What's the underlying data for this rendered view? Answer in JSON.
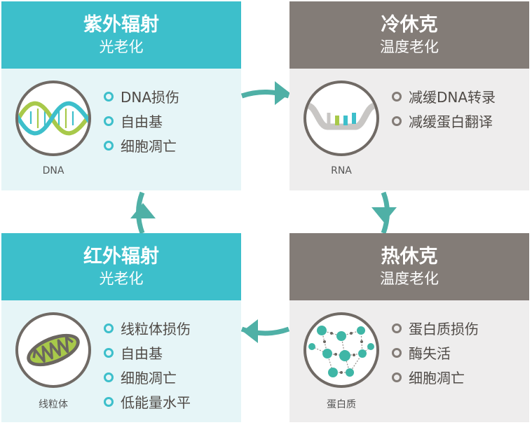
{
  "colors": {
    "teal": "#3dbfcb",
    "gray": "#837c77",
    "arrow": "#4fb0a6"
  },
  "cards": {
    "uv": {
      "title": "紫外辐射",
      "subtitle": "光老化",
      "icon": "dna-icon",
      "caption": "DNA",
      "items": [
        "DNA损伤",
        "自由基",
        "细胞凋亡"
      ]
    },
    "cold": {
      "title": "冷休克",
      "subtitle": "温度老化",
      "icon": "rna-icon",
      "caption": "RNA",
      "items": [
        "减缓DNA转录",
        "减缓蛋白翻译"
      ]
    },
    "ir": {
      "title": "红外辐射",
      "subtitle": "光老化",
      "icon": "mitochondria-icon",
      "caption": "线粒体",
      "items": [
        "线粒体损伤",
        "自由基",
        "细胞凋亡",
        "低能量水平"
      ]
    },
    "heat": {
      "title": "热休克",
      "subtitle": "温度老化",
      "icon": "protein-icon",
      "caption": "蛋白质",
      "items": [
        "蛋白质损伤",
        "酶失活",
        "细胞凋亡"
      ]
    }
  }
}
